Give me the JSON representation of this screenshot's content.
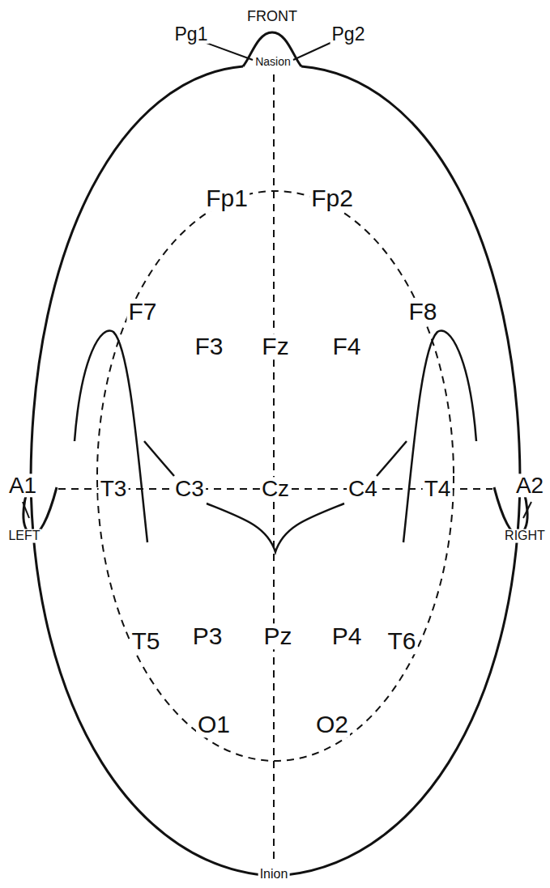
{
  "diagram": {
    "labels": [
      "FRONT",
      "Pg1",
      "Pg2",
      "Nasion",
      "Fp1",
      "Fp2",
      "F7",
      "F3",
      "Fz",
      "F4",
      "F8",
      "A1",
      "T3",
      "C3",
      "Cz",
      "C4",
      "T4",
      "A2",
      "LEFT",
      "RIGHT",
      "T5",
      "P3",
      "Pz",
      "P4",
      "T6",
      "O1",
      "O2",
      "Inion"
    ]
  }
}
